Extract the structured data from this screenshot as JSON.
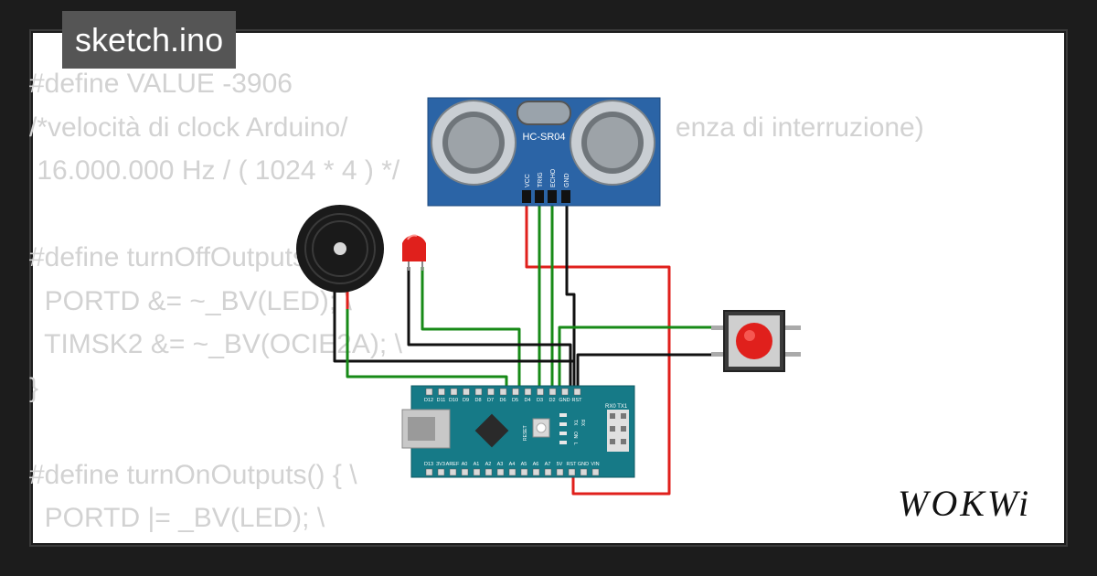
{
  "file": {
    "name": "sketch.ino"
  },
  "code_lines": [
    "#define VALUE -3906",
    "/*velocità di clock Arduino/                                           enza di interruzione)",
    " 16.000.000 Hz / ( 1024 * 4 ) */",
    "",
    "#define turnOffOutputs() { \\",
    "  PORTD &= ~_BV(LED); \\",
    "  TIMSK2 &= ~_BV(OCIE2A); \\",
    "}",
    "",
    "#define turnOnOutputs() { \\",
    "  PORTD |= _BV(LED); \\"
  ],
  "sensor": {
    "label": "HC-SR04",
    "pins": [
      "VCC",
      "TRIG",
      "ECHO",
      "GND"
    ]
  },
  "nano": {
    "top_pins": [
      "D12",
      "D11",
      "D10",
      "D9",
      "D8",
      "D7",
      "D6",
      "D5",
      "D4",
      "D3",
      "D2",
      "GND",
      "RST"
    ],
    "bottom_pins": [
      "D13",
      "3V3",
      "AREF",
      "A0",
      "A1",
      "A2",
      "A3",
      "A4",
      "A5",
      "A6",
      "A7",
      "5V",
      "RST",
      "GND",
      "VIN"
    ],
    "tx_rx_top": "RX0 TX1",
    "led_labels": [
      "TX",
      "RX",
      "ON",
      "L"
    ],
    "reset": "RESET"
  },
  "brand": {
    "logo": "WOKWi"
  },
  "colors": {
    "wire_red": "#e0201c",
    "wire_green": "#178a17",
    "wire_black": "#111111",
    "board": "#167a87",
    "sensor": "#2b64a6"
  }
}
